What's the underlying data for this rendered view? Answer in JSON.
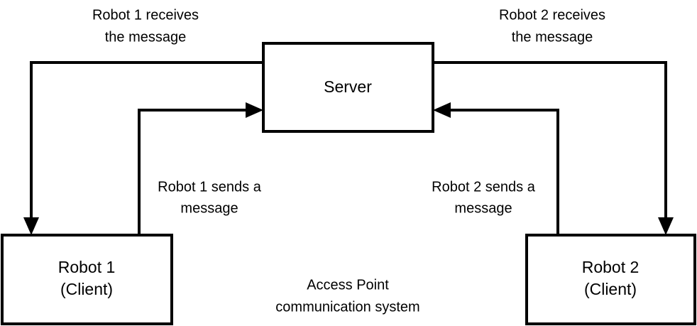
{
  "diagram": {
    "caption": {
      "line1": "Access Point",
      "line2": "communication system"
    },
    "nodes": [
      {
        "id": "server",
        "line1": "Server",
        "line2": ""
      },
      {
        "id": "robot1",
        "line1": "Robot 1",
        "line2": "(Client)"
      },
      {
        "id": "robot2",
        "line1": "Robot 2",
        "line2": "(Client)"
      }
    ],
    "edges": [
      {
        "id": "server-to-robot1",
        "line1": "Robot 1 receives",
        "line2": "the message",
        "from": "server",
        "to": "robot1"
      },
      {
        "id": "robot1-to-server",
        "line1": "Robot 1 sends a",
        "line2": "message",
        "from": "robot1",
        "to": "server"
      },
      {
        "id": "server-to-robot2",
        "line1": "Robot 2 receives",
        "line2": "the message",
        "from": "server",
        "to": "robot2"
      },
      {
        "id": "robot2-to-server",
        "line1": "Robot 2 sends a",
        "line2": "message",
        "from": "robot2",
        "to": "server"
      }
    ],
    "colors": {
      "stroke": "#000000",
      "fill": "#ffffff",
      "text": "#000000"
    }
  }
}
